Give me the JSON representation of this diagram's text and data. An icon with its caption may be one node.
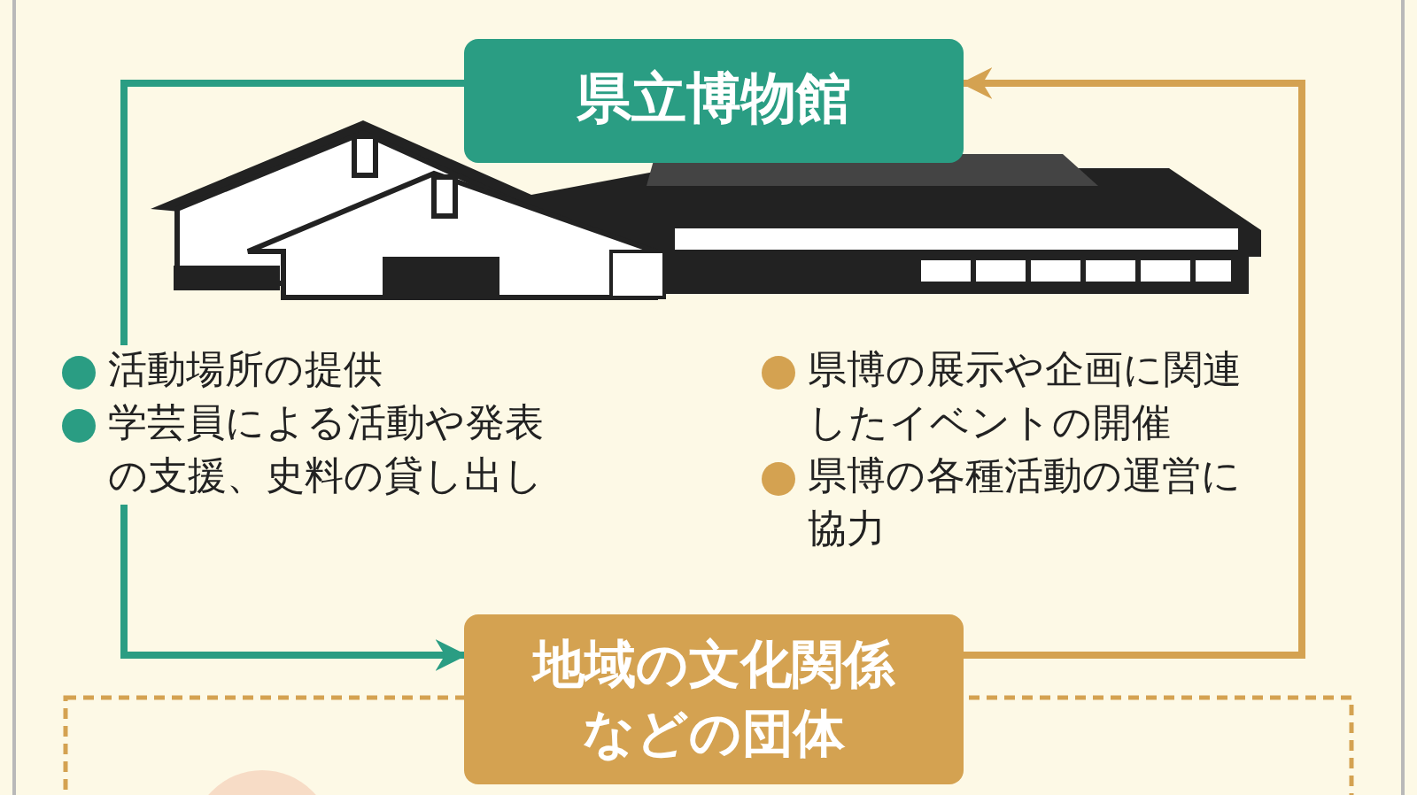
{
  "diagram": {
    "nodes": [
      {
        "text": [
          "県立博物館"
        ]
      },
      {
        "text": [
          "地域の文化関係などの団体"
        ]
      }
    ],
    "edges": [
      {
        "from": 0,
        "to": 1,
        "arrow": "to",
        "color": "#2a9d83"
      },
      {
        "from": 1,
        "to": 0,
        "arrow": "to",
        "color": "#d4a251"
      }
    ],
    "labels": [
      "活動場所の提供",
      "学芸員による活動や発表の支援、史料の貸し出し",
      "県博の展示や企画に関連したイベントの開催",
      "県博の各種活動の運営に協力"
    ]
  }
}
